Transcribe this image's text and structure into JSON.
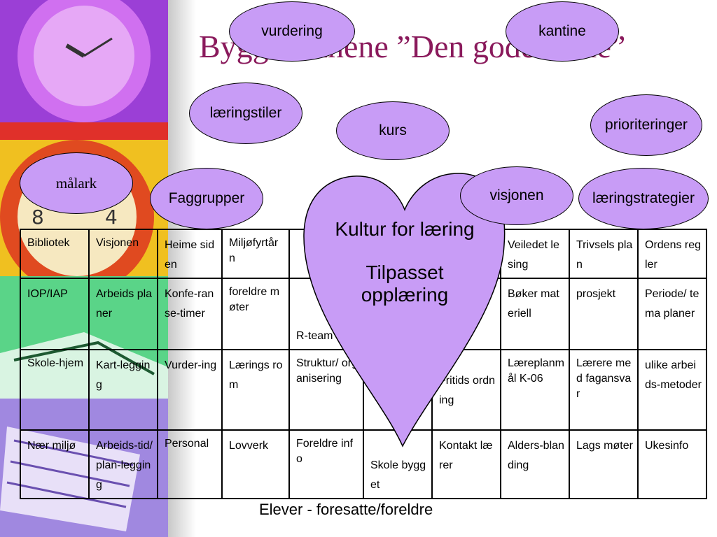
{
  "title": "Byggesteinene ”Den gode skole”",
  "bubbles": {
    "vurdering": "vurdering",
    "kantine": "kantine",
    "laeringstiler": "læringstiler",
    "kurs": "kurs",
    "prioriteringer": "prioriteringer",
    "malark": "målark",
    "faggrupper": "Faggrupper",
    "visjonen": "visjonen",
    "laeringsstrategier": "læringstrategier"
  },
  "heart": {
    "line1": "Kultur for læring",
    "line2": "Tilpasset",
    "line3": "opplæring"
  },
  "table": {
    "rows": [
      [
        "Bibliotek",
        "Visjonen",
        "Heime siden",
        "Miljøfyrtårn",
        "",
        "",
        "",
        "Veiledet lesing",
        "Trivsels plan",
        "Ordens regler"
      ],
      [
        "IOP/IAP",
        "Arbeids planer",
        "Konfe-ranse-timer",
        "foreldre møter",
        "R-team",
        "",
        "",
        "Bøker materiell",
        "prosjekt",
        "Periode/ tema planer"
      ],
      [
        "Skole-hjem",
        "Kart-legging",
        "Vurder-ing",
        "Lærings rom",
        "Struktur/ organisering",
        "",
        "Fritids ordning",
        "Læreplanmål K-06",
        "Lærere med fagansvar",
        "ulike arbeids-metoder"
      ],
      [
        "Nær miljø",
        "Arbeids-tid/plan-legging",
        "Personal",
        "Lovverk",
        "Foreldre info",
        "Skole bygget",
        "Kontakt lærer",
        "Alders-blanding",
        "Lags møter",
        "Ukesinfo"
      ]
    ]
  },
  "footer": "Elever - foresatte/foreldre",
  "colors": {
    "bubble": "#c89cf6",
    "heart": "#c89cf6",
    "title": "#8a1a5c"
  }
}
